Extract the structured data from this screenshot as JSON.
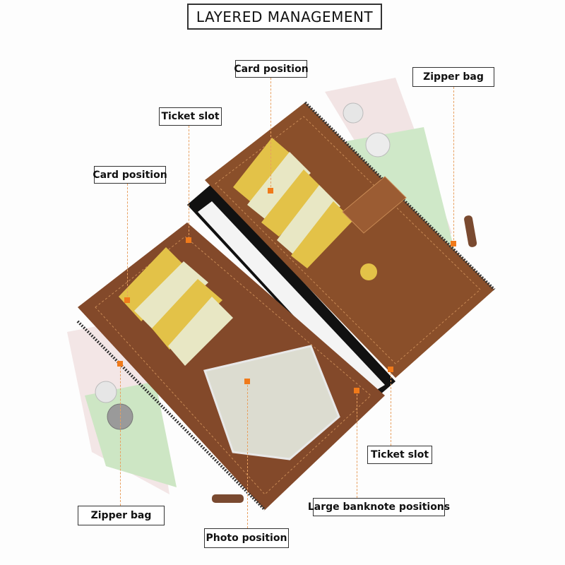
{
  "title": "LAYERED MANAGEMENT",
  "labels": {
    "card_position_top": "Card position",
    "zipper_bag_top": "Zipper bag",
    "ticket_slot_left": "Ticket slot",
    "card_position_left": "Card position",
    "ticket_slot_right": "Ticket slot",
    "large_banknote": "Large banknote positions",
    "zipper_bag_bottom": "Zipper bag",
    "photo_position": "Photo position"
  },
  "colors": {
    "leather": "#8a4f2a",
    "accent": "#f07a1a",
    "card": "#e8c84a"
  }
}
